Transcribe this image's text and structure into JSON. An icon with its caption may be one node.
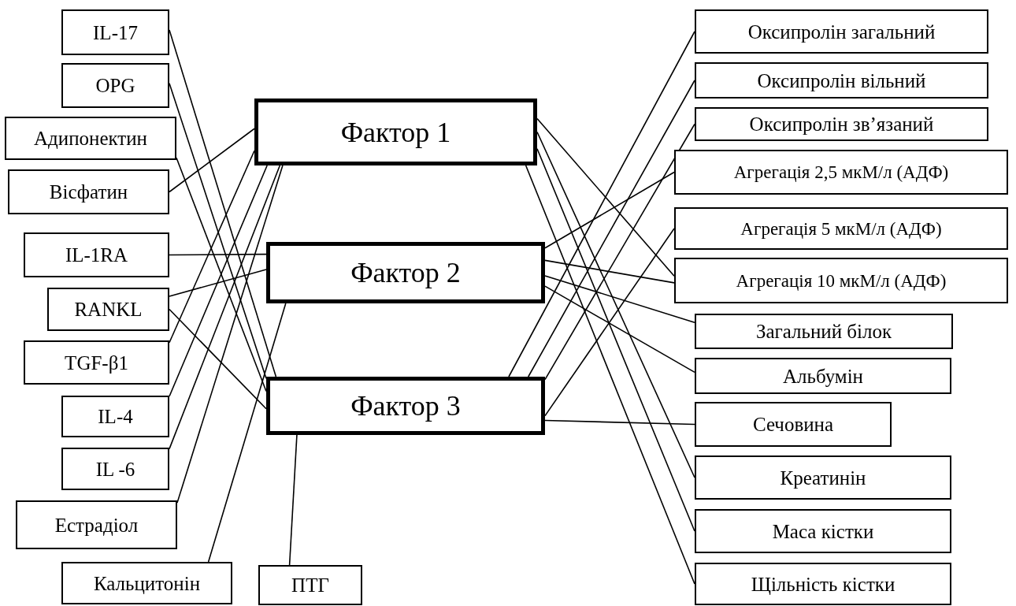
{
  "diagram": {
    "nodes": [
      {
        "text": [
          "Фактор 1"
        ]
      },
      {
        "text": [
          "Фактор 2"
        ]
      },
      {
        "text": [
          "Фактор 3"
        ]
      },
      {
        "text": [
          "IL-17"
        ]
      },
      {
        "text": [
          "OPG"
        ]
      },
      {
        "text": [
          "Адипонектин"
        ]
      },
      {
        "text": [
          "Вісфатин"
        ]
      },
      {
        "text": [
          "IL-1RA"
        ]
      },
      {
        "text": [
          "RANKL"
        ]
      },
      {
        "text": [
          "TGF-β1"
        ]
      },
      {
        "text": [
          "IL-4"
        ]
      },
      {
        "text": [
          "IL -6"
        ]
      },
      {
        "text": [
          "Естрадіол"
        ]
      },
      {
        "text": [
          "Кальцитонін"
        ]
      },
      {
        "text": [
          "ПТГ"
        ]
      },
      {
        "text": [
          "Оксипролін загальний"
        ]
      },
      {
        "text": [
          "Оксипролін вільний"
        ]
      },
      {
        "text": [
          "Оксипролін зв’язаний"
        ]
      },
      {
        "text": [
          "Агрегація 2,5 мкМ/л (АДФ)"
        ]
      },
      {
        "text": [
          "Агрегація 5 мкМ/л (АДФ)"
        ]
      },
      {
        "text": [
          "Агрегація 10 мкМ/л (АДФ)"
        ]
      },
      {
        "text": [
          "Загальний білок"
        ]
      },
      {
        "text": [
          "Альбумін"
        ]
      },
      {
        "text": [
          "Сечовина"
        ]
      },
      {
        "text": [
          "Креатинін"
        ]
      },
      {
        "text": [
          "Маса кістки"
        ]
      },
      {
        "text": [
          "Щільність кістки"
        ]
      }
    ],
    "edges": [
      {
        "from": 3,
        "to": 2,
        "arrow": "none"
      },
      {
        "from": 4,
        "to": 2,
        "arrow": "none"
      },
      {
        "from": 5,
        "to": 2,
        "arrow": "none"
      },
      {
        "from": 6,
        "to": 0,
        "arrow": "none"
      },
      {
        "from": 7,
        "to": 1,
        "arrow": "none"
      },
      {
        "from": 8,
        "to": 1,
        "arrow": "none"
      },
      {
        "from": 8,
        "to": 2,
        "arrow": "none"
      },
      {
        "from": 9,
        "to": 0,
        "arrow": "none"
      },
      {
        "from": 10,
        "to": 0,
        "arrow": "none"
      },
      {
        "from": 11,
        "to": 0,
        "arrow": "none"
      },
      {
        "from": 12,
        "to": 0,
        "arrow": "none"
      },
      {
        "from": 13,
        "to": 1,
        "arrow": "none"
      },
      {
        "from": 14,
        "to": 2,
        "arrow": "none"
      },
      {
        "from": 0,
        "to": 20,
        "arrow": "none"
      },
      {
        "from": 0,
        "to": 24,
        "arrow": "none"
      },
      {
        "from": 0,
        "to": 25,
        "arrow": "none"
      },
      {
        "from": 0,
        "to": 26,
        "arrow": "none"
      },
      {
        "from": 1,
        "to": 18,
        "arrow": "none"
      },
      {
        "from": 1,
        "to": 20,
        "arrow": "none"
      },
      {
        "from": 1,
        "to": 21,
        "arrow": "none"
      },
      {
        "from": 1,
        "to": 22,
        "arrow": "none"
      },
      {
        "from": 2,
        "to": 15,
        "arrow": "none"
      },
      {
        "from": 2,
        "to": 16,
        "arrow": "none"
      },
      {
        "from": 2,
        "to": 17,
        "arrow": "none"
      },
      {
        "from": 2,
        "to": 19,
        "arrow": "none"
      },
      {
        "from": 2,
        "to": 23,
        "arrow": "none"
      }
    ]
  }
}
